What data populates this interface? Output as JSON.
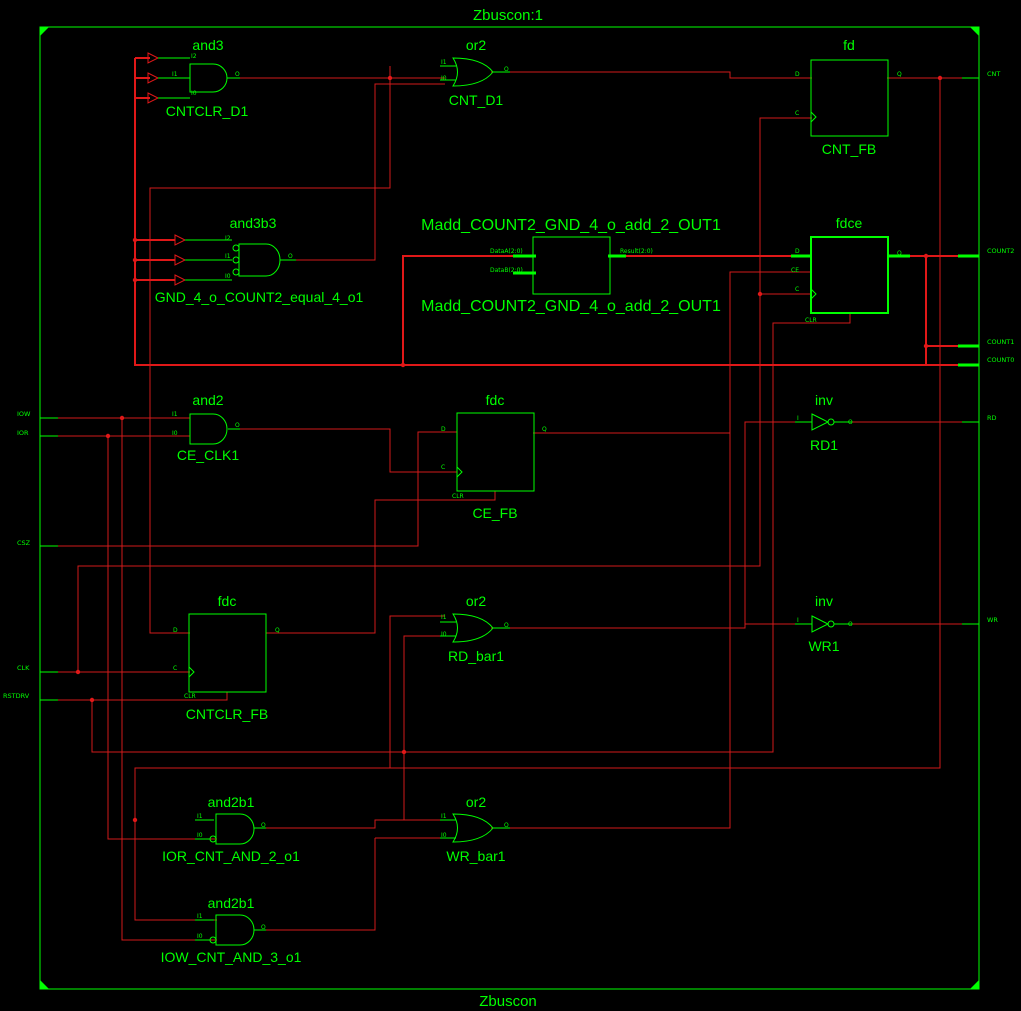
{
  "module": {
    "title": "Zbuscon:1",
    "name": "Zbuscon"
  },
  "ports": [
    {
      "id": "IOW",
      "label": "IOW"
    },
    {
      "id": "IOR",
      "label": "IOR"
    },
    {
      "id": "CSZ",
      "label": "CSZ"
    },
    {
      "id": "CLK",
      "label": "CLK"
    },
    {
      "id": "RSTDRV",
      "label": "RSTDRV"
    },
    {
      "id": "CNT",
      "label": "CNT"
    },
    {
      "id": "COUNT2",
      "label": "COUNT2"
    },
    {
      "id": "COUNT1",
      "label": "COUNT1"
    },
    {
      "id": "COUNT0",
      "label": "COUNT0"
    },
    {
      "id": "RD",
      "label": "RD"
    },
    {
      "id": "WR",
      "label": "WR"
    }
  ],
  "components": {
    "and3": {
      "type": "and3",
      "name": "CNTCLR_D1"
    },
    "or2_cnt": {
      "type": "or2",
      "name": "CNT_D1"
    },
    "fd": {
      "type": "fd",
      "name": "CNT_FB"
    },
    "and3b3": {
      "type": "and3b3",
      "name": "GND_4_o_COUNT2_equal_4_o1"
    },
    "adder": {
      "type": "Madd_COUNT2_GND_4_o_add_2_OUT1",
      "name": "Madd_COUNT2_GND_4_o_add_2_OUT1"
    },
    "fdce": {
      "type": "fdce",
      "name": ""
    },
    "and2": {
      "type": "and2",
      "name": "CE_CLK1"
    },
    "fdc_ce": {
      "type": "fdc",
      "name": "CE_FB"
    },
    "inv_rd": {
      "type": "inv",
      "name": "RD1"
    },
    "fdc_cntclr": {
      "type": "fdc",
      "name": "CNTCLR_FB"
    },
    "or2_rd": {
      "type": "or2",
      "name": "RD_bar1"
    },
    "inv_wr": {
      "type": "inv",
      "name": "WR1"
    },
    "and2b1_ior": {
      "type": "and2b1",
      "name": "IOR_CNT_AND_2_o1"
    },
    "or2_wr": {
      "type": "or2",
      "name": "WR_bar1"
    },
    "and2b1_iow": {
      "type": "and2b1",
      "name": "IOW_CNT_AND_3_o1"
    }
  },
  "pins": {
    "i0": "I0",
    "i1": "I1",
    "i2": "I2",
    "i": "I",
    "o": "O",
    "d": "D",
    "c": "C",
    "q": "Q",
    "ce": "CE",
    "clr": "CLR",
    "data_a": "DataA(2:0)",
    "data_b": "DataB(2:0)",
    "result": "Result(2:0)"
  },
  "colors": {
    "background": "#000000",
    "symbol": "#00ff00",
    "wire": "#d11a1a"
  }
}
